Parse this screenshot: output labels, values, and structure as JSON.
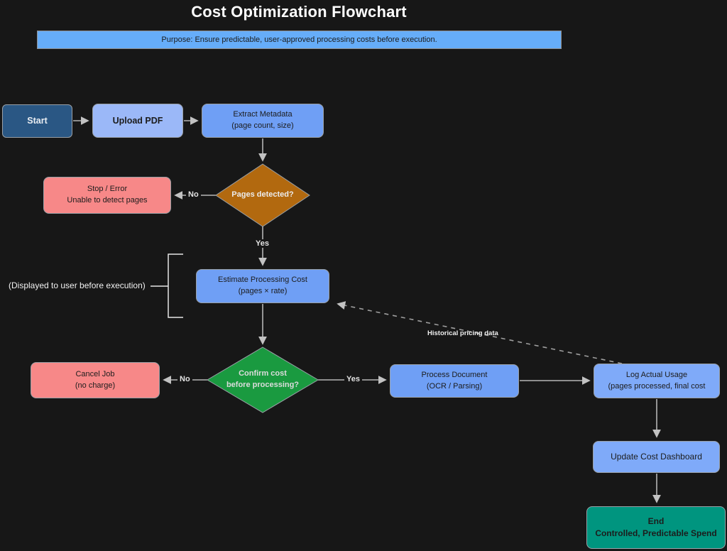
{
  "title": "Cost Optimization Flowchart",
  "banner": {
    "text": "Purpose: Ensure predictable, user-approved processing costs before execution.",
    "fill": "#66adf9"
  },
  "colors": {
    "background": "#171717",
    "arrow": "#c2c2c2",
    "dashed_line": "#9e9e9e",
    "node_border": "#9aa0a6",
    "text_dark": "#1c1c1c",
    "text_light": "#e9edf2"
  },
  "nodes": {
    "start": {
      "label": "Start",
      "fill": "#2a5784"
    },
    "upload_pdf": {
      "label": "Upload PDF",
      "fill": "#9bb8f8"
    },
    "extract_metadata": {
      "line1": "Extract Metadata",
      "line2": "(page count, size)",
      "fill": "#6f9ff5"
    },
    "stop_error": {
      "line1": "Stop / Error",
      "line2": "Unable to detect pages",
      "fill": "#f78888"
    },
    "pages_detected": {
      "label": "Pages detected?",
      "fill": "#b2690f"
    },
    "estimate_cost": {
      "line1": "Estimate Processing Cost",
      "line2": "(pages × rate)",
      "fill": "#6f9ff5"
    },
    "confirm_cost": {
      "line1": "Confirm cost",
      "line2": "before processing?",
      "fill": "#1a9a40"
    },
    "cancel_job": {
      "line1": "Cancel Job",
      "line2": "(no charge)",
      "fill": "#f78888"
    },
    "process_document": {
      "line1": "Process Document",
      "line2": "(OCR / Parsing)",
      "fill": "#6f9ff5"
    },
    "log_actual_usage": {
      "line1": "Log Actual Usage",
      "line2": "(pages processed, final cost",
      "fill": "#7faaf9"
    },
    "update_dashboard": {
      "label": "Update Cost Dashboard",
      "fill": "#7faaf9"
    },
    "end": {
      "line1": "End",
      "line2": "Controlled, Predictable Spend",
      "fill": "#00957f"
    }
  },
  "edge_labels": {
    "pages_no": "No",
    "pages_yes": "Yes",
    "confirm_no": "No",
    "confirm_yes": "Yes",
    "historical": "Historical pricing data"
  },
  "annotation": {
    "text": "(Displayed to user before execution)"
  }
}
